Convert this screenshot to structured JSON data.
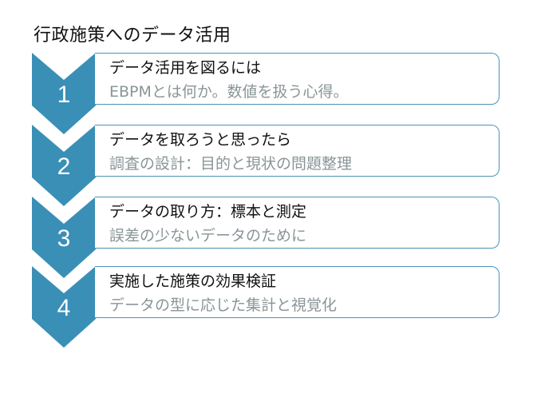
{
  "title": "行政施策へのデータ活用",
  "accent_color": "#3a8fb7",
  "steps": [
    {
      "number": "1",
      "heading": "データ活用を図るには",
      "subtitle": "EBPMとは何か。数値を扱う心得。"
    },
    {
      "number": "2",
      "heading": "データを取ろうと思ったら",
      "subtitle": "調査の設計：目的と現状の問題整理"
    },
    {
      "number": "3",
      "heading": "データの取り方：標本と測定",
      "subtitle": "誤差の少ないデータのために"
    },
    {
      "number": "4",
      "heading": "実施した施策の効果検証",
      "subtitle": "データの型に応じた集計と視覚化"
    }
  ]
}
